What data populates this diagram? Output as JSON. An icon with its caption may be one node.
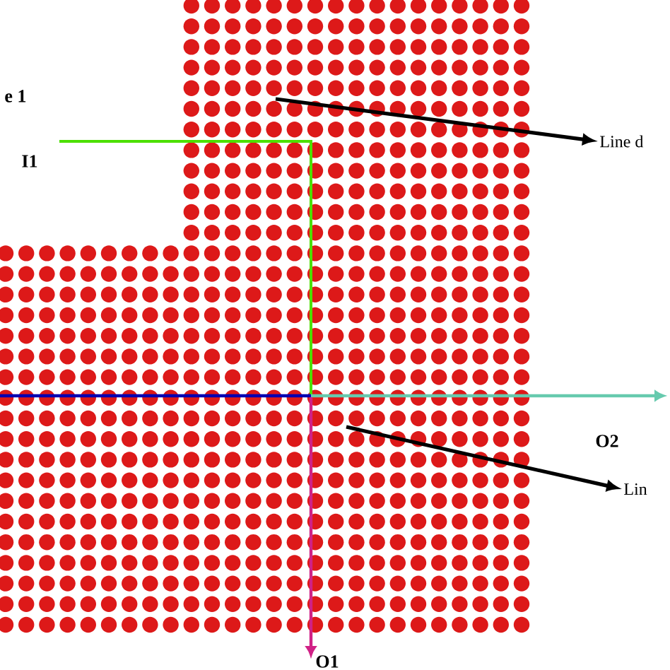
{
  "diagram": {
    "nodes": [
      {
        "text": [
          "Line d"
        ]
      },
      {
        "text": [
          "Lin"
        ]
      }
    ],
    "edges": [
      {
        "from": null,
        "to": 0,
        "arrow": "to"
      },
      {
        "from": null,
        "to": 1,
        "arrow": "to"
      }
    ],
    "labels": [
      "e 1",
      "I1",
      "O2",
      "O1"
    ]
  }
}
